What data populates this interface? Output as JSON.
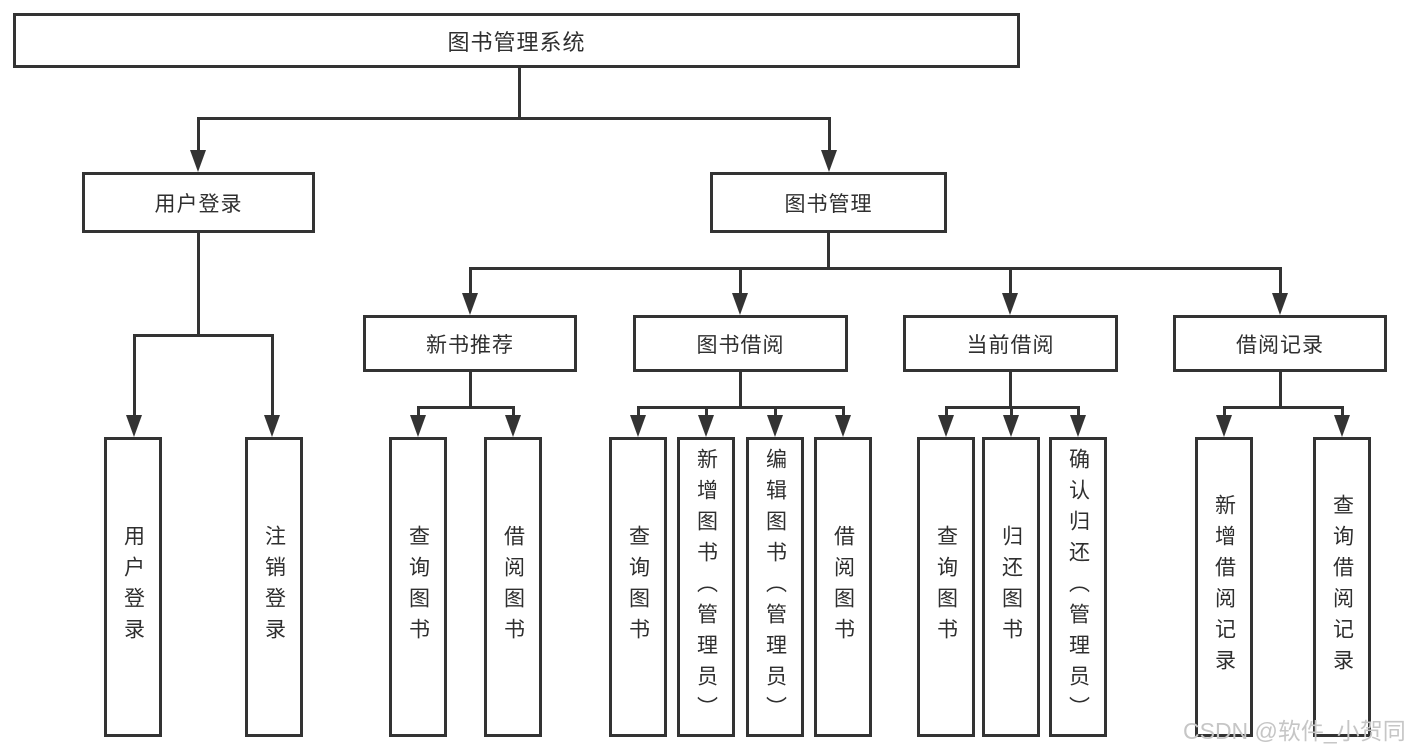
{
  "diagram": {
    "title_box": "图书管理系统",
    "level2": {
      "user_login": "用户登录",
      "book_management": "图书管理"
    },
    "level3": {
      "new_book_recommend": "新书推荐",
      "book_borrow": "图书借阅",
      "current_borrow": "当前借阅",
      "borrow_records": "借阅记录"
    },
    "leaves": {
      "user_login": "用户登录",
      "logout": "注销登录",
      "nbr_query_books": "查询图书",
      "nbr_borrow_books": "借阅图书",
      "bb_query_books": "查询图书",
      "bb_add_books": "新增图书（管理员）",
      "bb_edit_books": "编辑图书（管理员）",
      "bb_borrow_books": "借阅图书",
      "cb_query_books": "查询图书",
      "cb_return_books": "归还图书",
      "cb_confirm_return": "确认归还（管理员）",
      "br_add_record": "新增借阅记录",
      "br_query_record": "查询借阅记录"
    },
    "watermark": "CSDN @软件_小贺同学",
    "colors": {
      "line": "#333333",
      "text": "#2f2f2f",
      "watermark": "#c6c6c6",
      "background": "#ffffff"
    }
  }
}
